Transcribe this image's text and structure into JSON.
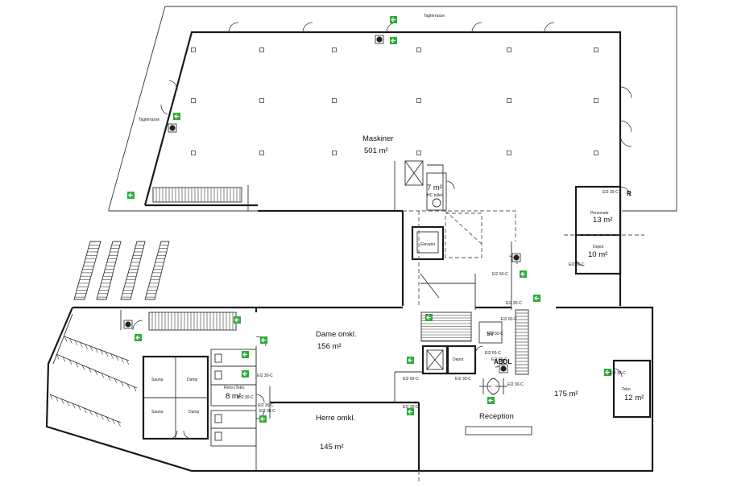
{
  "rooms": {
    "maskiner": {
      "name": "Maskiner",
      "area": "501 m²"
    },
    "small_top": {
      "area": "7 m²"
    },
    "hc_toilet": {
      "name": "HC toilet"
    },
    "elevator": {
      "name": "Elevator"
    },
    "personale": {
      "name": "Personale",
      "area": "13 m²"
    },
    "depot_right": {
      "name": "Depot",
      "area": "10 m²"
    },
    "dame": {
      "name": "Dame omkl.",
      "area": "156 m²"
    },
    "herre": {
      "name": "Herre omkl.",
      "area": "145 m²"
    },
    "fitness": {
      "area": "175 m²"
    },
    "reception": {
      "name": "Reception"
    },
    "tekn": {
      "name": "Tekn.",
      "area": "12 m²"
    },
    "rens_tekn": {
      "name": "Rens./Tekn.",
      "area": "8 m²"
    },
    "sauna1": {
      "name": "Sauna"
    },
    "damp1": {
      "name": "Damp"
    },
    "sauna2": {
      "name": "Sauna"
    },
    "damp2": {
      "name": "Damp"
    },
    "depot_center": {
      "name": "Depot"
    }
  },
  "labels": {
    "tagterrasse_top": "Tagterrasse",
    "tagterrasse_left": "Tagterrasse",
    "sv": "SV",
    "abdl": "ABDL",
    "r_mark": "R"
  },
  "fire_ratings": {
    "f1": "EI2 30-C",
    "f2": "EI2 60-C",
    "f3": "EI2 60-C",
    "f4": "EI2 30-C",
    "f5": "EI2 60-C",
    "f6": "EI2 30-C",
    "f7": "EI2 30-C",
    "f8": "EI2 60-C",
    "f9": "EI2 30-C",
    "f10": "EI2 30-C",
    "f11": "EI2 30-C",
    "f12": "EI2 30-C",
    "f13": "EI2 30-C",
    "f14": "EI2 60-C",
    "f15": "EI2 30-C",
    "f16": "EI2 30-C",
    "f17": "EI2 30-C"
  },
  "colors": {
    "wall": "#1a1a1a",
    "exit_sign": "#2eaa3a",
    "background": "#ffffff"
  },
  "icons": {
    "exit_sign": "emergency-exit-sign-icon",
    "fire_hydrant": "fire-hose-reel-icon",
    "fire_extinguisher": "fire-extinguisher-icon"
  }
}
